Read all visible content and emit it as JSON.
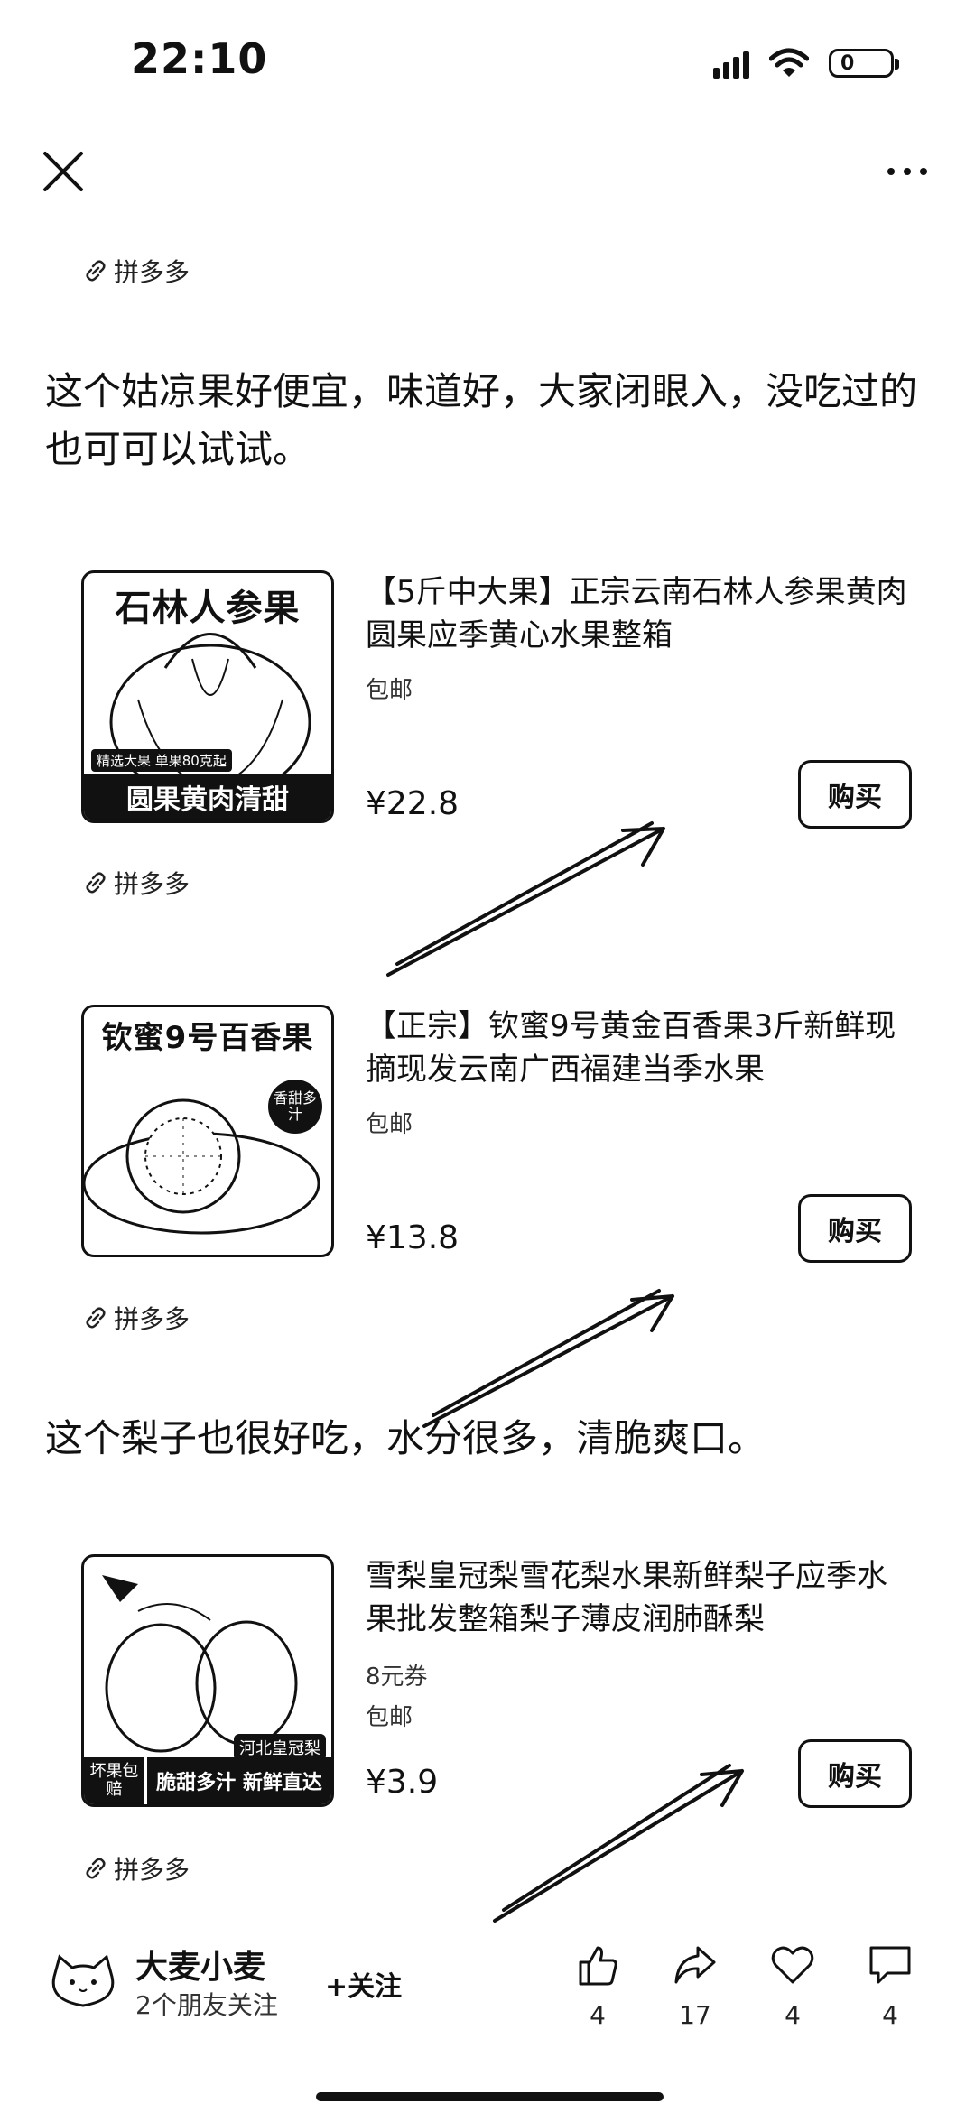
{
  "status_bar": {
    "time": "22:10",
    "battery": "0"
  },
  "post": {
    "paragraph1": "这个姑凉果好便宜，味道好，大家闭眼入，没吃过的也可可以试试。",
    "paragraph2": "这个梨子也很好吃，水分很多，清脆爽口。",
    "source_label": "拼多多"
  },
  "products": [
    {
      "title": "【5斤中大果】正宗云南石林人参果黄肉圆果应季黄心水果整箱",
      "shipping": "包邮",
      "price": "¥22.8",
      "buy_label": "购买",
      "image_title": "石林人参果",
      "image_band": "圆果黄肉清甜",
      "image_sub": "精选大果 单果80克起"
    },
    {
      "title": "【正宗】钦蜜9号黄金百香果3斤新鲜现摘现发云南广西福建当季水果",
      "shipping": "包邮",
      "price": "¥13.8",
      "buy_label": "购买",
      "image_title": "钦蜜9号百香果",
      "image_sub": "香甜多汁"
    },
    {
      "title": "雪梨皇冠梨雪花梨水果新鲜梨子应季水果批发整箱梨子薄皮润肺酥梨",
      "coupon": "8元券",
      "shipping": "包邮",
      "price": "¥3.9",
      "buy_label": "购买",
      "image_band": "脆甜多汁 新鲜直达",
      "image_sub": "坏果包赔",
      "image_tag": "河北皇冠梨"
    }
  ],
  "footer": {
    "author": "大麦小麦",
    "friends": "2个朋友关注",
    "follow": "+关注",
    "likes": "4",
    "shares": "17",
    "favorites": "4",
    "comments": "4"
  }
}
